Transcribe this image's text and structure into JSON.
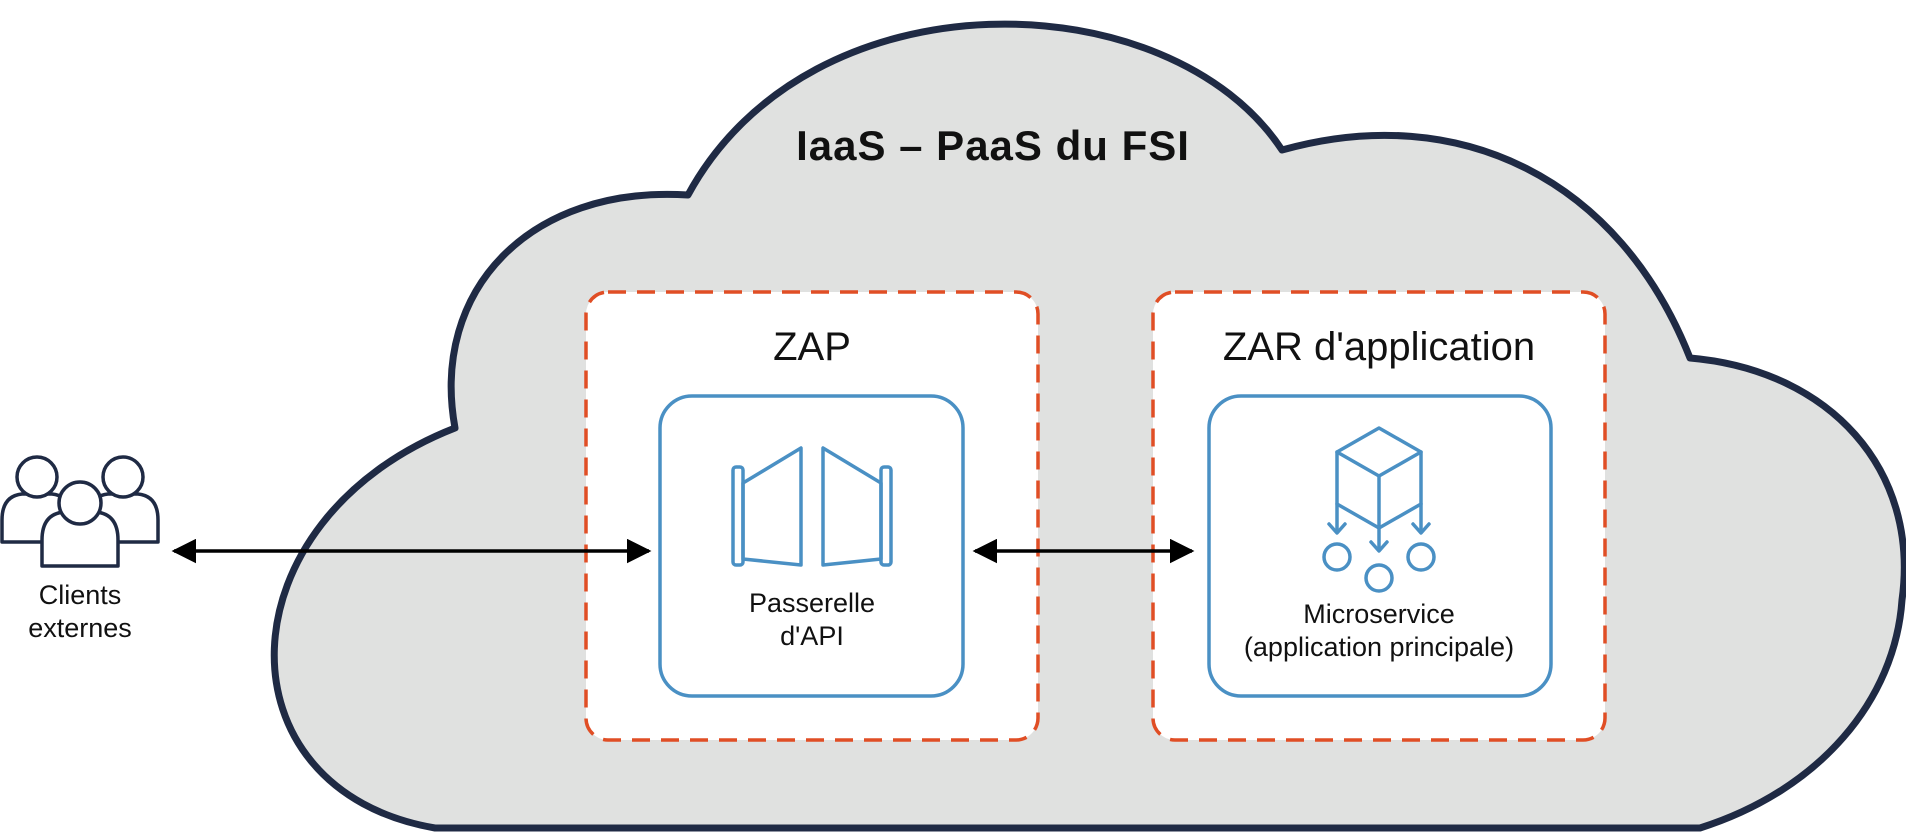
{
  "cloud": {
    "title": "IaaS – PaaS du FSI",
    "fill_color": "#e0e1e0",
    "outline_color": "#1f2a44"
  },
  "clients": {
    "icon": "users-group-icon",
    "label_line1": "Clients",
    "label_line2": "externes"
  },
  "zones": [
    {
      "title": "ZAP",
      "component": {
        "icon": "api-gateway-doors-icon",
        "label_line1": "Passerelle",
        "label_line2": "d'API"
      }
    },
    {
      "title": "ZAR d'application",
      "component": {
        "icon": "microservice-cube-icon",
        "label_line1": "Microservice",
        "label_line2": "(application principale)"
      }
    }
  ],
  "colors": {
    "zone_border": "#e04e25",
    "component_border": "#4a90c4",
    "arrow": "#000000"
  }
}
